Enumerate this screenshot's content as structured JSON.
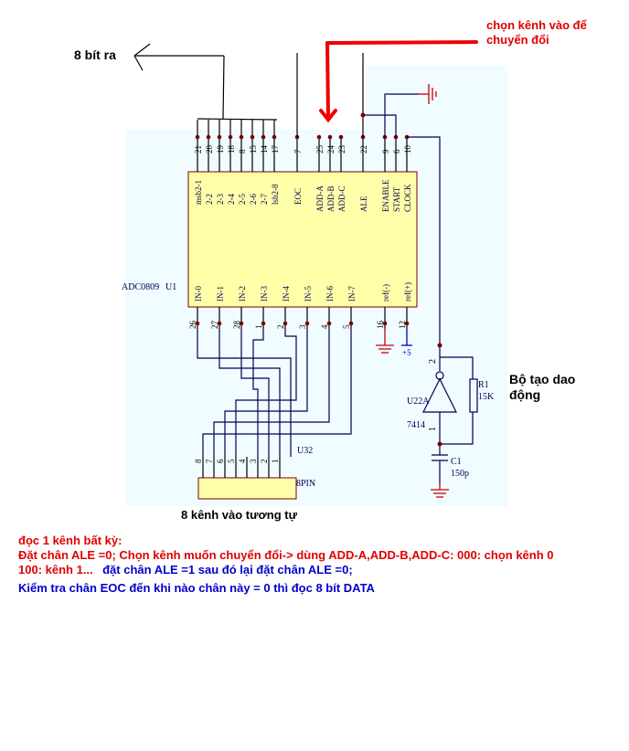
{
  "annotations": {
    "output_label": "8 bít ra",
    "select_channel_label_line1": "chọn kênh vào để",
    "select_channel_label_line2": "chuyển đổi",
    "oscillator_label_line1": "Bộ tạo dao",
    "oscillator_label_line2": "động",
    "analog_inputs_label": "8 kênh vào tương tự"
  },
  "adc": {
    "part": "ADC0809",
    "ref": "U1",
    "top_pins": [
      {
        "num": "21",
        "name": "msb2-1"
      },
      {
        "num": "20",
        "name": "2-2"
      },
      {
        "num": "19",
        "name": "2-3"
      },
      {
        "num": "18",
        "name": "2-4"
      },
      {
        "num": "8",
        "name": "2-5"
      },
      {
        "num": "15",
        "name": "2-6"
      },
      {
        "num": "14",
        "name": "2-7"
      },
      {
        "num": "17",
        "name": "lsb2-8"
      },
      {
        "num": "7",
        "name": "EOC"
      },
      {
        "num": "25",
        "name": "ADD-A"
      },
      {
        "num": "24",
        "name": "ADD-B"
      },
      {
        "num": "23",
        "name": "ADD-C"
      },
      {
        "num": "22",
        "name": "ALE"
      },
      {
        "num": "9",
        "name": "ENABLE"
      },
      {
        "num": "6",
        "name": "START"
      },
      {
        "num": "10",
        "name": "CLOCK"
      }
    ],
    "bottom_pins": [
      {
        "num": "26",
        "name": "IN-0"
      },
      {
        "num": "27",
        "name": "IN-1"
      },
      {
        "num": "28",
        "name": "IN-2"
      },
      {
        "num": "1",
        "name": "IN-3"
      },
      {
        "num": "2",
        "name": "IN-4"
      },
      {
        "num": "3",
        "name": "IN-5"
      },
      {
        "num": "4",
        "name": "IN-6"
      },
      {
        "num": "5",
        "name": "IN-7"
      },
      {
        "num": "16",
        "name": "ref(-)"
      },
      {
        "num": "12",
        "name": "ref(+)"
      }
    ],
    "supply_label": "+5"
  },
  "oscillator": {
    "gate_ref": "U22A",
    "gate_part": "7414",
    "gate_pin_out": "2",
    "gate_pin_in": "1",
    "resistor_ref": "R1",
    "resistor_value": "15K",
    "capacitor_ref": "C1",
    "capacitor_value": "150p"
  },
  "connector": {
    "ref": "U32",
    "part": "8PIN",
    "pins": [
      "8",
      "7",
      "6",
      "5",
      "4",
      "3",
      "2",
      "1"
    ]
  },
  "notes": {
    "line1": "đọc 1 kênh bất kỳ:",
    "line2": "Đặt chân ALE =0;   Chọn kênh muốn chuyển đổi-> dùng ADD-A,ADD-B,ADD-C: 000: chọn kênh 0",
    "line3_red": "100: kênh 1...",
    "line3_blue": "đặt chân ALE =1  sau đó lại đặt chân ALE =0;",
    "line4": "Kiểm tra chân EOC đến khi nào chân này = 0 thì đọc 8 bít DATA"
  },
  "colors": {
    "wire": "#000050",
    "junction": "#7a0000",
    "chip_fill": "#ffffaa",
    "chip_border": "#7a0000",
    "highlight_arrow": "#ee0000",
    "ground": "#cc0000",
    "canvas_bg": "#f0fcff"
  }
}
